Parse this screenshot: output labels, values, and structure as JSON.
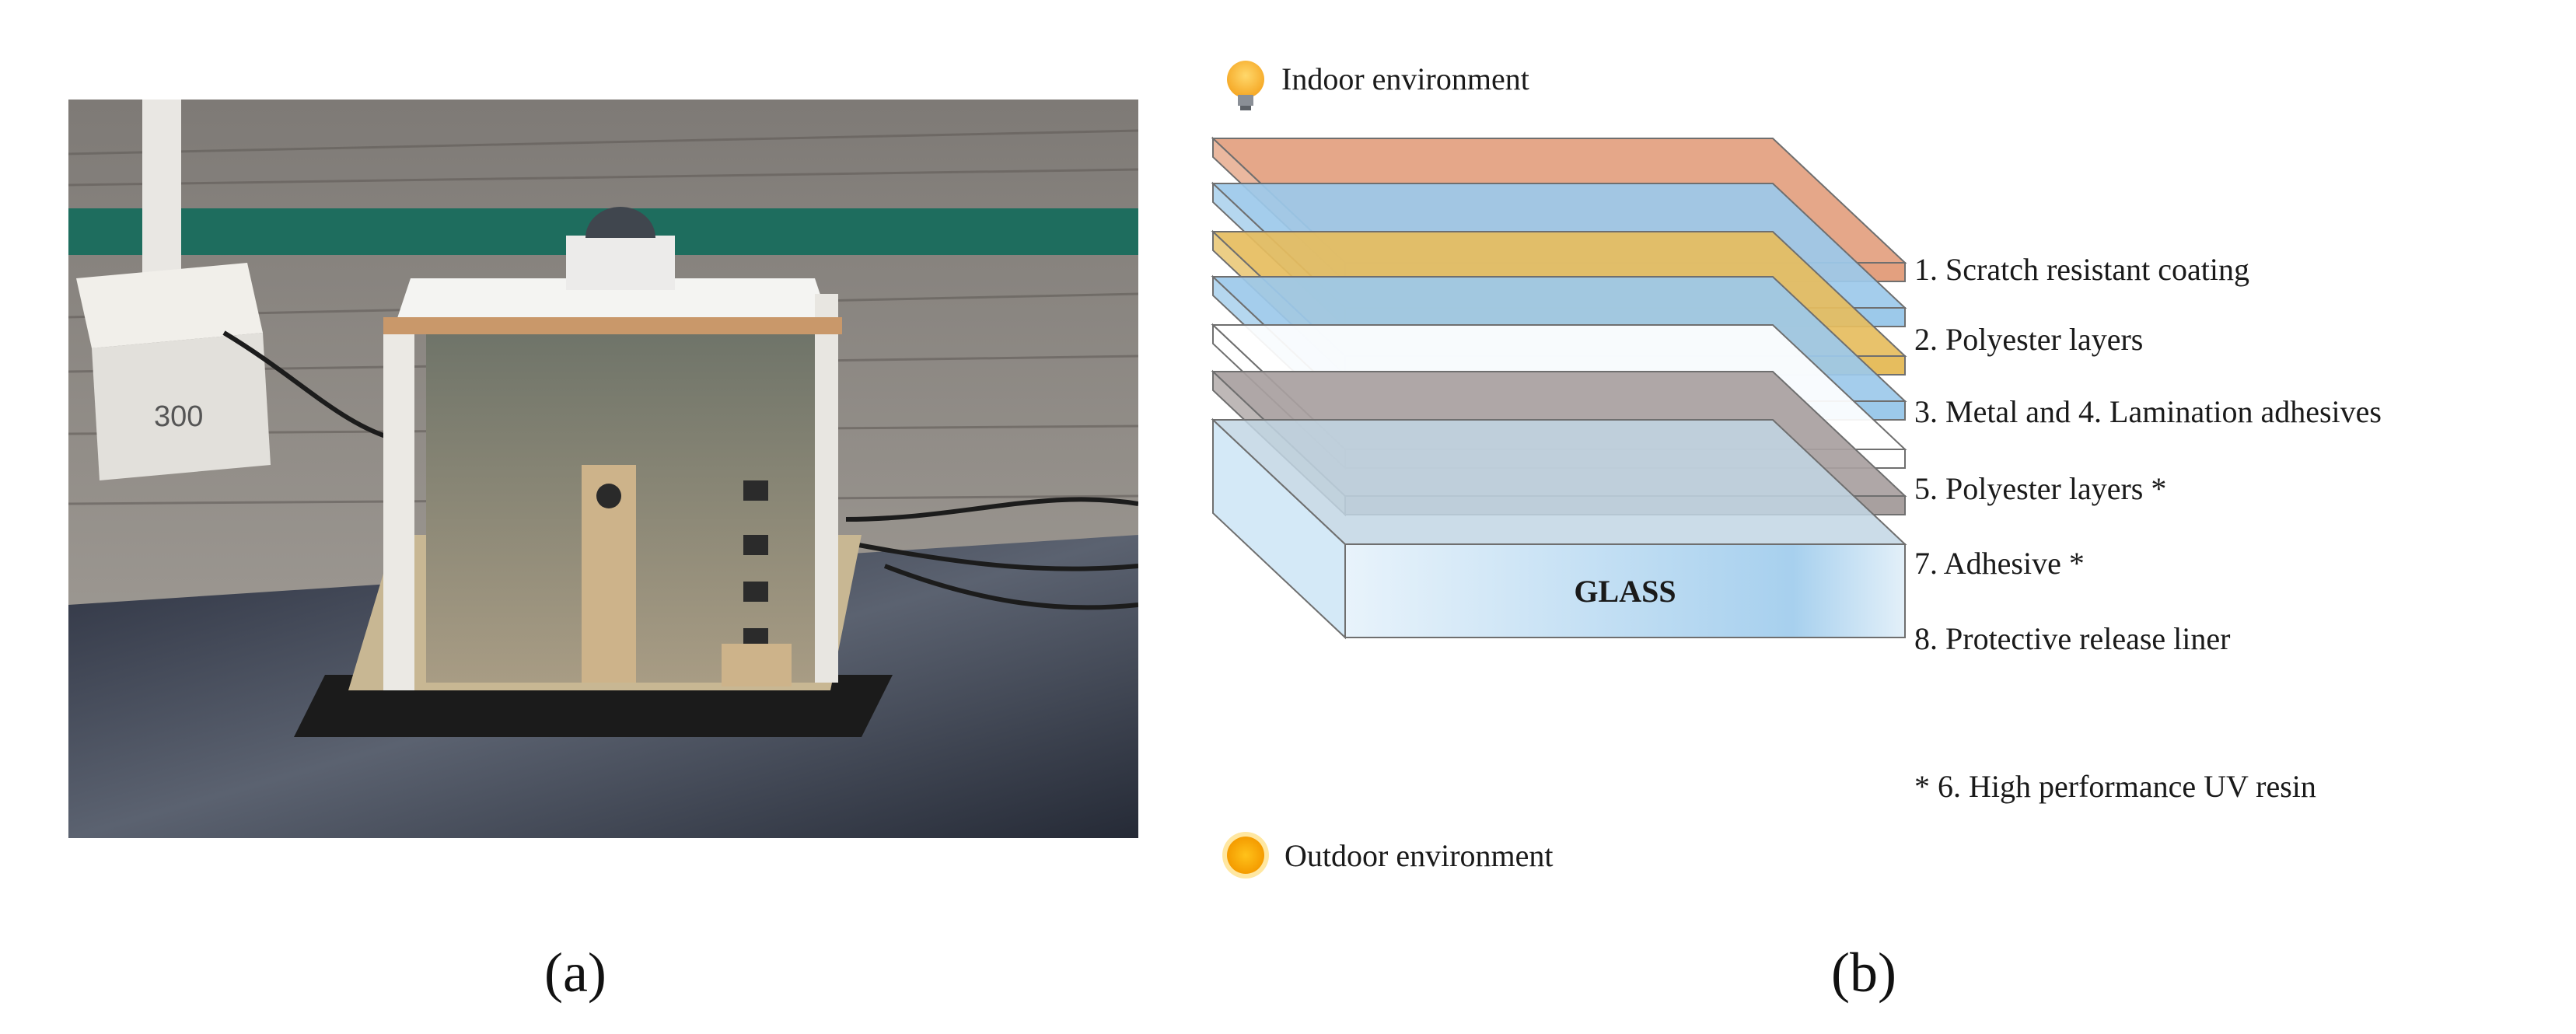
{
  "panel_labels": {
    "a": "(a)",
    "b": "(b)"
  },
  "environment": {
    "indoor": "Indoor environment",
    "outdoor": "Outdoor environment"
  },
  "layers": [
    {
      "id": "scratch",
      "label": "1. Scratch resistant coating",
      "color": "#e3a07f"
    },
    {
      "id": "poly1",
      "label": "2. Polyester layers",
      "color": "#9cc9ea"
    },
    {
      "id": "metal",
      "label": "3. Metal and 4. Lamination adhesives",
      "color": "#e6bd5e"
    },
    {
      "id": "poly2",
      "label": "5. Polyester layers *",
      "color": "#9cc9ea"
    },
    {
      "id": "adhesive",
      "label": "7. Adhesive *",
      "color": "#ffffff"
    },
    {
      "id": "liner",
      "label": "8. Protective release liner",
      "color": "#a8a09f"
    }
  ],
  "glass": {
    "label": "GLASS",
    "color": "#d4e9f7"
  },
  "footnote": "* 6. High performance UV resin",
  "photo_box_label": "300"
}
